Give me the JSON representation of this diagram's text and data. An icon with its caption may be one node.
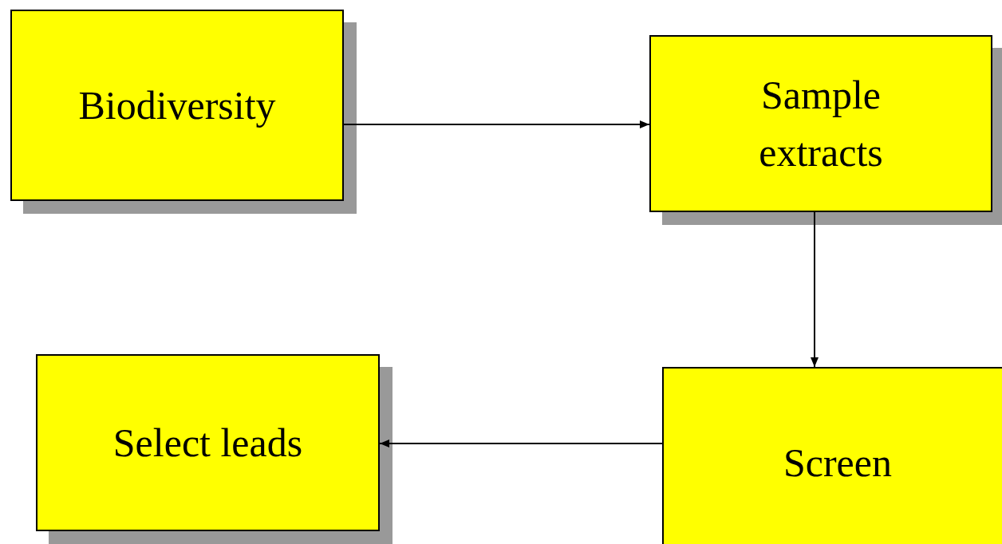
{
  "diagram": {
    "nodes": [
      {
        "text": [
          "Biodiversity"
        ]
      },
      {
        "text": [
          "Sample extracts"
        ]
      },
      {
        "text": [
          "Screen"
        ]
      },
      {
        "text": [
          "Select leads"
        ]
      }
    ],
    "edges": [
      {
        "from": 0,
        "to": 1,
        "arrow": "to"
      },
      {
        "from": 1,
        "to": 2,
        "arrow": "to"
      },
      {
        "from": 2,
        "to": 3,
        "arrow": "to"
      }
    ]
  }
}
